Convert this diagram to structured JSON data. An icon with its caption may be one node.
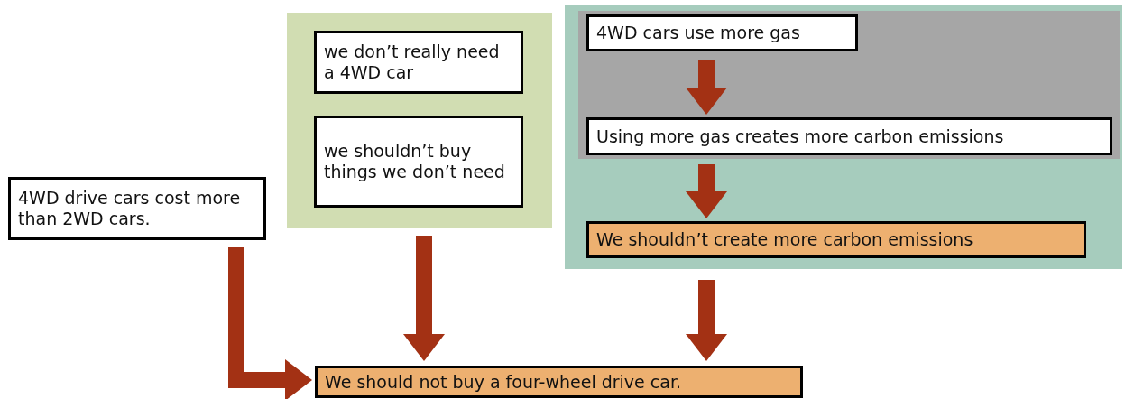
{
  "diagram": {
    "nodes": [
      {
        "text": [],
        "shape": "box"
      },
      {
        "text": [
          "we don’t really need a 4WD car"
        ],
        "in": 0
      },
      {
        "text": [
          "we shouldn’t buy things we don’t need"
        ],
        "in": 0
      },
      {
        "text": [],
        "shape": "box"
      },
      {
        "text": [],
        "shape": "box",
        "in": 3
      },
      {
        "text": [
          "4WD cars use more gas"
        ],
        "in": 4
      },
      {
        "text": [
          "Using more gas creates more carbon emissions"
        ],
        "in": 4
      },
      {
        "text": [
          "We shouldn’t create more carbon emissions"
        ],
        "in": 3
      },
      {
        "text": [
          "4WD drive cars cost more than 2WD cars."
        ]
      },
      {
        "text": [
          "We should not buy a four-wheel drive car."
        ]
      }
    ],
    "edges": [
      {
        "from": 5,
        "to": 6,
        "arrow": "to"
      },
      {
        "from": 6,
        "to": 7,
        "arrow": "to"
      },
      {
        "from": 8,
        "to": 9,
        "arrow": "to"
      },
      {
        "from": 0,
        "to": 9,
        "arrow": "to"
      },
      {
        "from": 3,
        "to": 9,
        "arrow": "to"
      }
    ]
  }
}
